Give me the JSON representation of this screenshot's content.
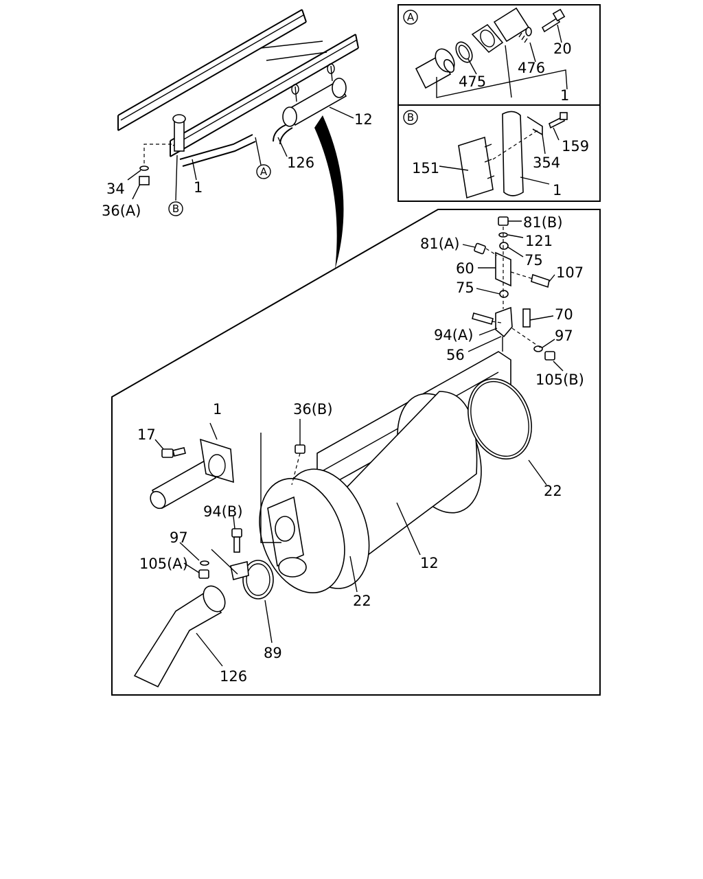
{
  "callouts": {
    "A": "A",
    "B": "B"
  },
  "labels": {
    "overview": {
      "p12": "12",
      "p126": "126",
      "p1": "1",
      "p34": "34",
      "p36a": "36(A)"
    },
    "inset_a": {
      "p20": "20",
      "p476": "476",
      "p475": "475",
      "p1": "1"
    },
    "inset_b": {
      "p159": "159",
      "p354": "354",
      "p151": "151",
      "p1": "1"
    },
    "detail": {
      "p81b": "81(B)",
      "p121": "121",
      "p81a": "81(A)",
      "p75a": "75",
      "p60": "60",
      "p107": "107",
      "p75b": "75",
      "p70": "70",
      "p94a": "94(A)",
      "p97a": "97",
      "p56": "56",
      "p105b": "105(B)",
      "p1": "1",
      "p17": "17",
      "p36b": "36(B)",
      "p22a": "22",
      "p94b": "94(B)",
      "p97b": "97",
      "p105a": "105(A)",
      "p12": "12",
      "p22b": "22",
      "p89": "89",
      "p126": "126"
    }
  }
}
